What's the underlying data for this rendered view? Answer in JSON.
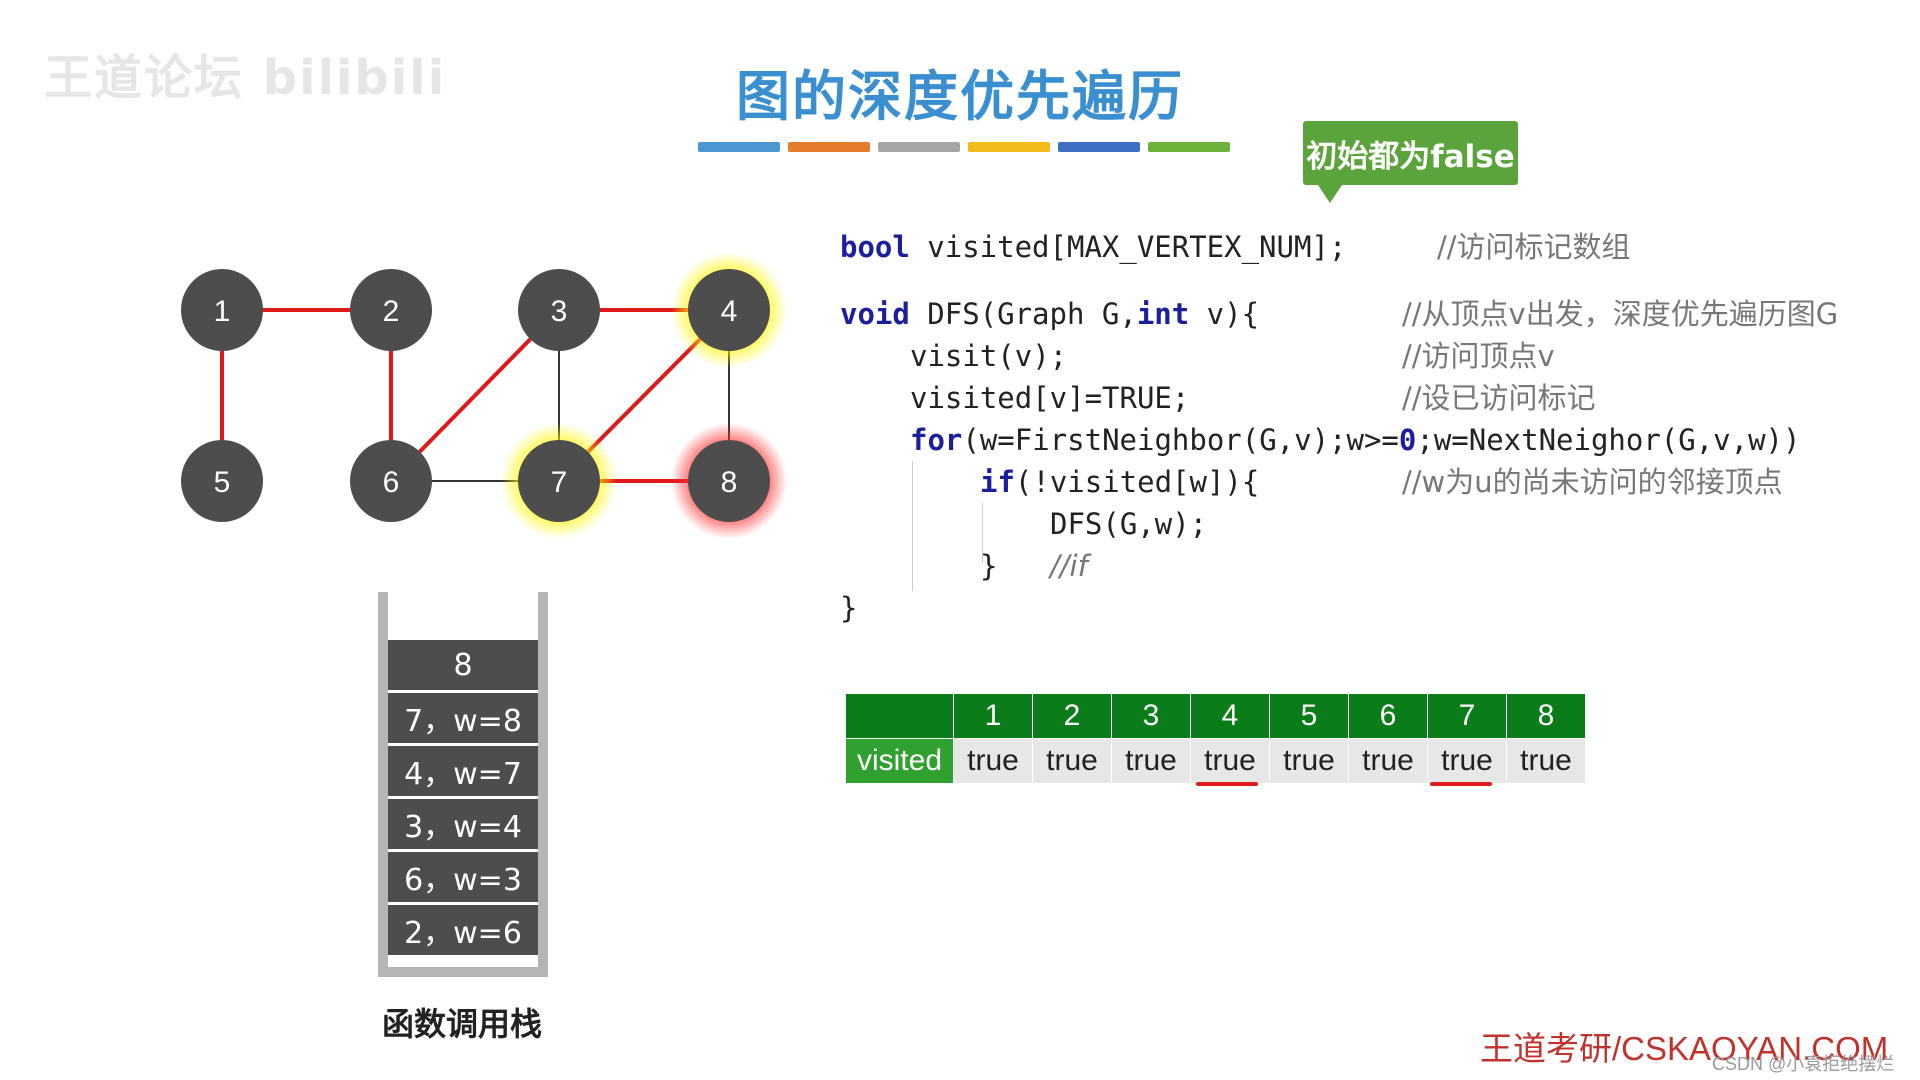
{
  "watermark_logo": "王道论坛 bilibili",
  "title": "图的深度优先遍历",
  "color_bars": [
    "#4a97d4",
    "#e57b2d",
    "#a6a6a6",
    "#f2bb1a",
    "#3f6fc4",
    "#6bb33b"
  ],
  "callout": "初始都为false",
  "graph": {
    "nodes": [
      {
        "id": "1",
        "label": "1",
        "glow": "none"
      },
      {
        "id": "2",
        "label": "2",
        "glow": "none"
      },
      {
        "id": "3",
        "label": "3",
        "glow": "none"
      },
      {
        "id": "4",
        "label": "4",
        "glow": "yellow"
      },
      {
        "id": "5",
        "label": "5",
        "glow": "none"
      },
      {
        "id": "6",
        "label": "6",
        "glow": "none"
      },
      {
        "id": "7",
        "label": "7",
        "glow": "yellow"
      },
      {
        "id": "8",
        "label": "8",
        "glow": "red"
      }
    ],
    "edges": [
      {
        "from": "1",
        "to": "2",
        "traversed": true
      },
      {
        "from": "1",
        "to": "5",
        "traversed": true
      },
      {
        "from": "2",
        "to": "6",
        "traversed": true
      },
      {
        "from": "6",
        "to": "3",
        "traversed": true
      },
      {
        "from": "3",
        "to": "4",
        "traversed": true
      },
      {
        "from": "3",
        "to": "7",
        "traversed": false
      },
      {
        "from": "4",
        "to": "7",
        "traversed": true
      },
      {
        "from": "4",
        "to": "8",
        "traversed": false
      },
      {
        "from": "6",
        "to": "7",
        "traversed": false
      },
      {
        "from": "7",
        "to": "8",
        "traversed": true
      }
    ],
    "colors": {
      "node": "#4d4d4d",
      "traversed_edge": "#e01818",
      "edge": "#333333"
    }
  },
  "stack": {
    "frames": [
      "8",
      "7，w=8",
      "4，w=7",
      "3，w=4",
      "6，w=3",
      "2，w=6"
    ],
    "label": "函数调用栈"
  },
  "code": {
    "lines": [
      {
        "parts": [
          {
            "t": "bool",
            "k": 1
          },
          {
            "t": " visited[MAX_VERTEX_NUM];"
          }
        ],
        "comment": "//访问标记数组"
      },
      {
        "parts": [
          {
            "t": "void",
            "k": 1
          },
          {
            "t": " DFS(Graph G,"
          },
          {
            "t": "int",
            "k": 1
          },
          {
            "t": " v){"
          }
        ],
        "comment": "//从顶点v出发，深度优先遍历图G"
      },
      {
        "parts": [
          {
            "t": "visit(v);"
          }
        ],
        "comment": "//访问顶点v"
      },
      {
        "parts": [
          {
            "t": "visited[v]=TRUE;"
          }
        ],
        "comment": "//设已访问标记"
      },
      {
        "parts": [
          {
            "t": "for",
            "k": 1
          },
          {
            "t": "(w=FirstNeighbor(G,v);w>="
          },
          {
            "t": "0",
            "k": 1
          },
          {
            "t": ";w=NextNeighor(G,v,w))"
          }
        ],
        "comment": ""
      },
      {
        "parts": [
          {
            "t": "if",
            "k": 1
          },
          {
            "t": "(!visited[w]){"
          }
        ],
        "comment": "//w为u的尚未访问的邻接顶点"
      },
      {
        "parts": [
          {
            "t": "DFS(G,w);"
          }
        ],
        "comment": ""
      },
      {
        "parts": [
          {
            "t": "}"
          }
        ],
        "comment": "//if"
      },
      {
        "parts": [
          {
            "t": "}"
          }
        ],
        "comment": ""
      }
    ]
  },
  "visited_table": {
    "row_label": "visited",
    "headers": [
      "1",
      "2",
      "3",
      "4",
      "5",
      "6",
      "7",
      "8"
    ],
    "values": [
      "true",
      "true",
      "true",
      "true",
      "true",
      "true",
      "true",
      "true"
    ],
    "underlined_columns": [
      "4",
      "7"
    ]
  },
  "footer": "王道考研/CSKAOYAN.COM",
  "csdn_watermark": "CSDN @小袁拒绝摆烂"
}
